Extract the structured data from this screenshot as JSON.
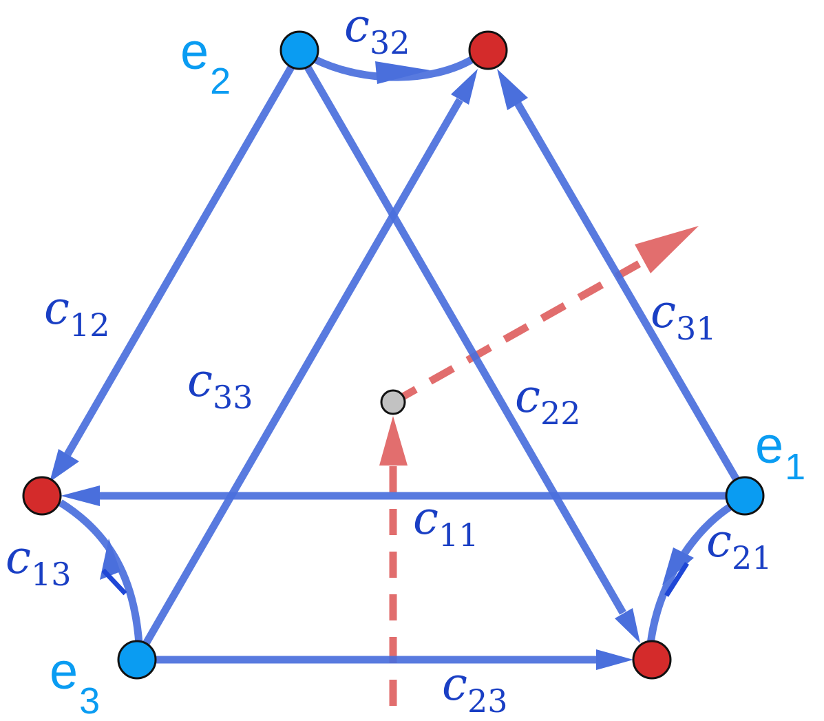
{
  "colors": {
    "edge": "#4a6fdc",
    "label": "#1a3fc4",
    "basis_node": "#0a9cf2",
    "basis_label": "#0a9cf2",
    "target_node": "#d42b2b",
    "center_node": "#c2c2c2",
    "dashed_arrow": "#e06666"
  },
  "basis_labels": {
    "e1": {
      "letter": "e",
      "index": "1"
    },
    "e2": {
      "letter": "e",
      "index": "2"
    },
    "e3": {
      "letter": "e",
      "index": "3"
    }
  },
  "edge_labels": {
    "c11": {
      "letter": "c",
      "index": "11"
    },
    "c12": {
      "letter": "c",
      "index": "12"
    },
    "c13": {
      "letter": "c",
      "index": "13"
    },
    "c21": {
      "letter": "c",
      "index": "21"
    },
    "c22": {
      "letter": "c",
      "index": "22"
    },
    "c23": {
      "letter": "c",
      "index": "23"
    },
    "c31": {
      "letter": "c",
      "index": "31"
    },
    "c32": {
      "letter": "c",
      "index": "32"
    },
    "c33": {
      "letter": "c",
      "index": "33"
    }
  }
}
